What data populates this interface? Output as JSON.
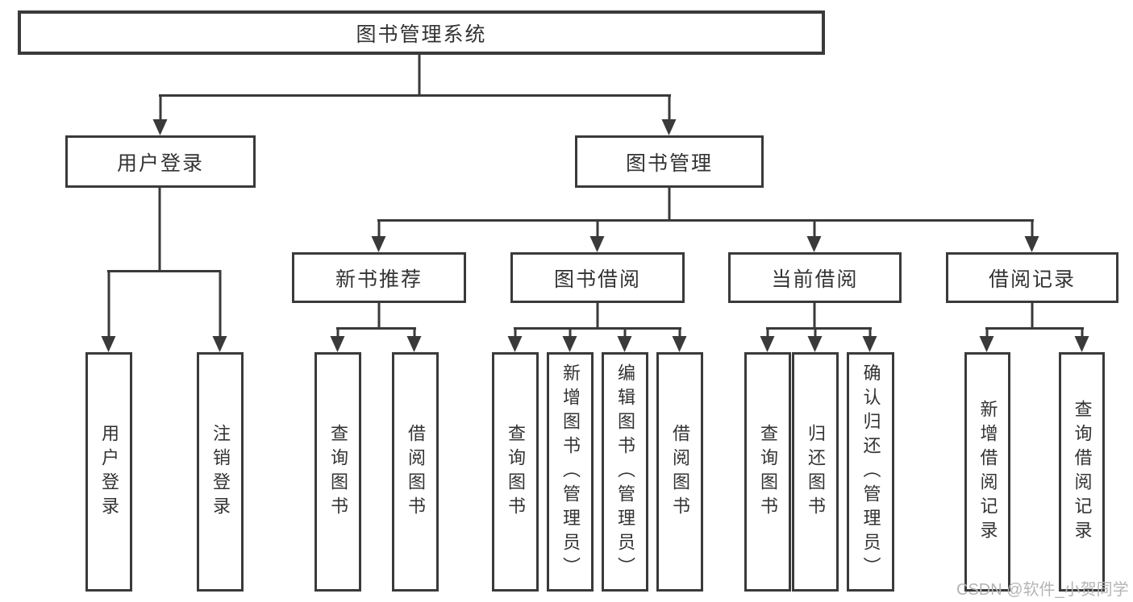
{
  "tree": {
    "root": {
      "label": "图书管理系统"
    },
    "branches": [
      {
        "label": "用户登录",
        "children": [
          {
            "label": "用户登录"
          },
          {
            "label": "注销登录"
          }
        ]
      },
      {
        "label": "图书管理",
        "children": [
          {
            "label": "新书推荐",
            "children": [
              {
                "label": "查询图书"
              },
              {
                "label": "借阅图书"
              }
            ]
          },
          {
            "label": "图书借阅",
            "children": [
              {
                "label": "查询图书"
              },
              {
                "label": "新增图书（管理员）"
              },
              {
                "label": "编辑图书（管理员）"
              },
              {
                "label": "借阅图书"
              }
            ]
          },
          {
            "label": "当前借阅",
            "children": [
              {
                "label": "查询图书"
              },
              {
                "label": "归还图书"
              },
              {
                "label": "确认归还（管理员）"
              }
            ]
          },
          {
            "label": "借阅记录",
            "children": [
              {
                "label": "新增借阅记录"
              },
              {
                "label": "查询借阅记录"
              }
            ]
          }
        ]
      }
    ]
  },
  "watermark": {
    "text": "CSDN @软件_小贺同学"
  },
  "colors": {
    "line": "#3a3a3a",
    "text": "#333333",
    "watermark": "#b5b5b7",
    "background": "#ffffff"
  }
}
